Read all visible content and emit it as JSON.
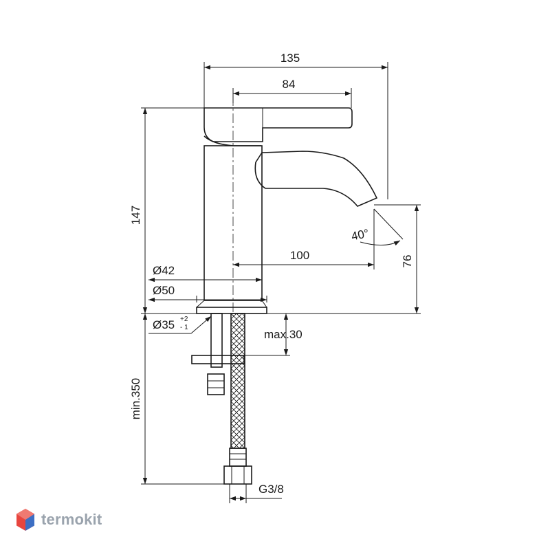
{
  "drawing": {
    "dimensions": {
      "width_total": "135",
      "lever_length": "84",
      "height_total": "147",
      "spout_reach": "100",
      "spout_height": "76",
      "spout_angle": "40°",
      "body_diameter": "Ø42",
      "base_diameter": "Ø50",
      "hole_diameter": "Ø35",
      "hole_tolerance_plus": "+2",
      "hole_tolerance_minus": "- 1",
      "max_thickness": "max.30",
      "hose_length": "min.350",
      "connection_thread": "G3/8"
    }
  },
  "branding": {
    "logo_text": "termokit",
    "colors": {
      "logo_red": "#e8463f",
      "logo_blue": "#3d6fc4",
      "logo_gray": "#9aa3ad"
    }
  },
  "colors": {
    "line": "#1a1a1a"
  }
}
